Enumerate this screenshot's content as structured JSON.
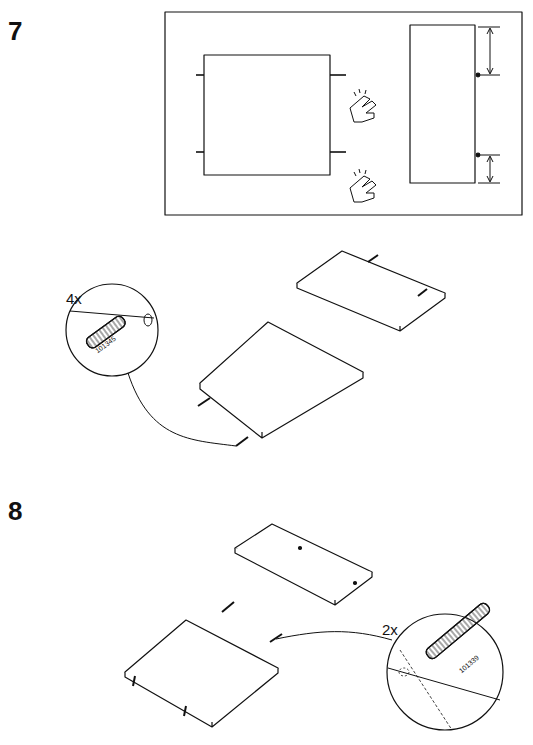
{
  "diagram": {
    "labels": [
      "7",
      "4x",
      "101345",
      "8",
      "2x",
      "101339"
    ]
  }
}
